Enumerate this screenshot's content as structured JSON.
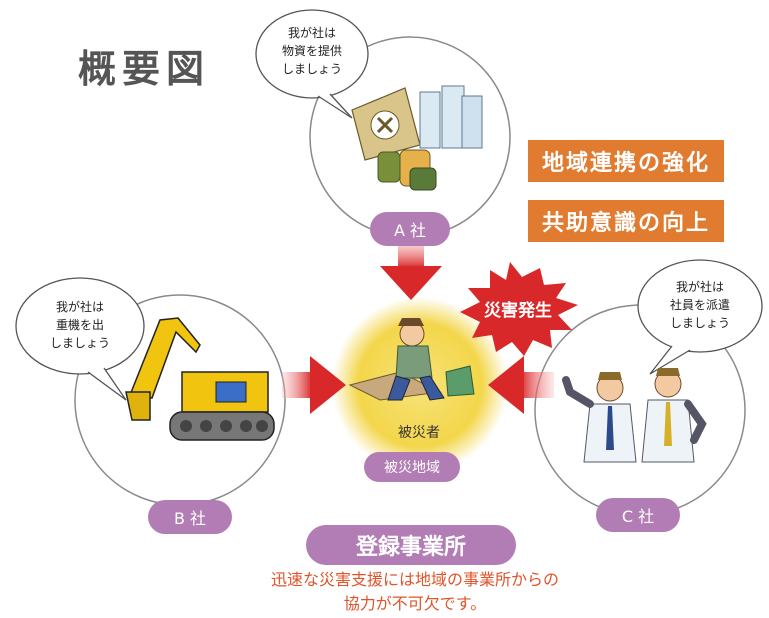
{
  "title": "概要図",
  "companies": {
    "a": {
      "label": "A 社",
      "speech": [
        "我が社は",
        "物資を提供",
        "しましょう"
      ]
    },
    "b": {
      "label": "B 社",
      "speech": [
        "我が社は",
        "重機を出",
        "しましょう"
      ]
    },
    "c": {
      "label": "C 社",
      "speech": [
        "我が社は",
        "社員を派遣",
        "しましょう"
      ]
    }
  },
  "center": {
    "person_label": "被災者",
    "area_label": "被災地域",
    "disaster_label": "災害発生"
  },
  "benefits": [
    "地域連携の強化",
    "共助意識の向上"
  ],
  "registered": "登録事業所",
  "footer_lines": [
    "迅速な災害支援には地域の事業所からの",
    "協力が不可欠です。"
  ],
  "colors": {
    "arrow": "#d8282a",
    "pill": "#b27db4",
    "orange": "#e07b2f",
    "glow": "#f3d64a",
    "footer": "#e0542a"
  }
}
